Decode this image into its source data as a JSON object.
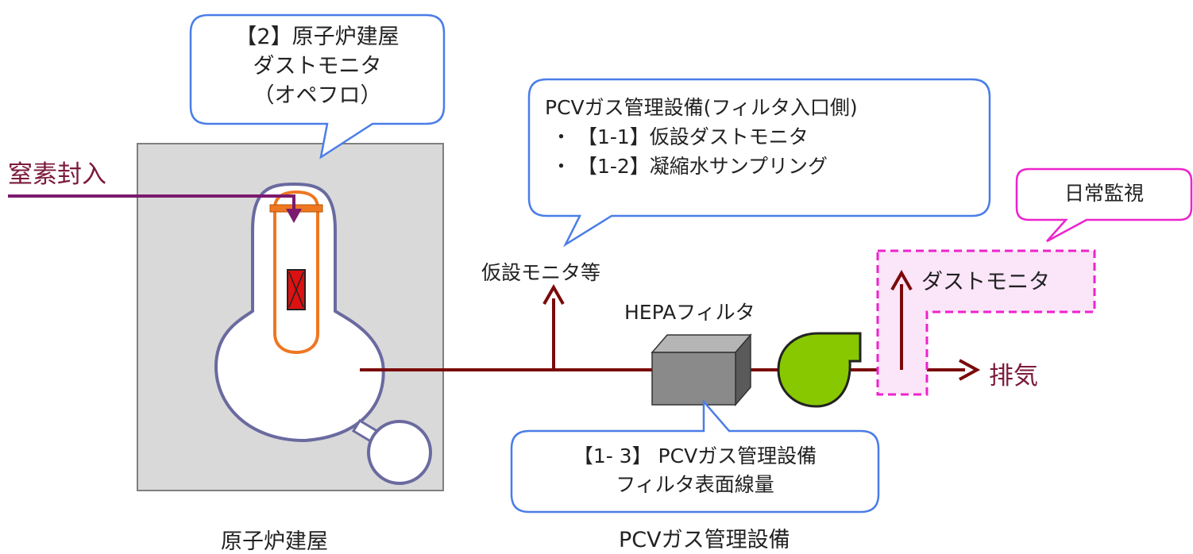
{
  "colors": {
    "callout_border": "#4a7de8",
    "callout_pink": "#ee22cc",
    "pipe": "#7b0a0a",
    "nitrogen": "#7b1a6f",
    "vessel_outline": "#6a6aa0",
    "reactor_orange": "#ee7722",
    "core_red": "#dd1111",
    "building_fill": "#d9d9d9",
    "fan_green": "#88c800",
    "filter_gray": "#8a8a8a",
    "label_dark_red": "#7b1a3a"
  },
  "icons": [
    "arrow-up-icon",
    "arrow-right-icon",
    "fan-icon",
    "filter-box-icon"
  ],
  "labels": {
    "nitrogen_injection": "窒素封入",
    "exhaust": "排気",
    "temporary_monitor": "仮設モニタ等",
    "hepa_filter": "HEPAフィルタ",
    "dust_monitor": "ダストモニタ",
    "reactor_building": "原子炉建屋",
    "pcv_gas_system": "PCVガス管理設備"
  },
  "callouts": {
    "reactor_dust_monitor": {
      "lines": [
        "【2】原子炉建屋",
        "ダストモニタ",
        "（オペフロ）"
      ]
    },
    "pcv_filter_inlet": {
      "lines": [
        "PCVガス管理設備(フィルタ入口側)",
        "・ 【1-1】仮設ダストモニタ",
        "・ 【1-2】凝縮水サンプリング"
      ]
    },
    "daily_monitoring": {
      "text": "日常監視"
    },
    "filter_surface_dose": {
      "lines": [
        "【1- 3】 PCVガス管理設備",
        "フィルタ表面線量"
      ]
    }
  }
}
